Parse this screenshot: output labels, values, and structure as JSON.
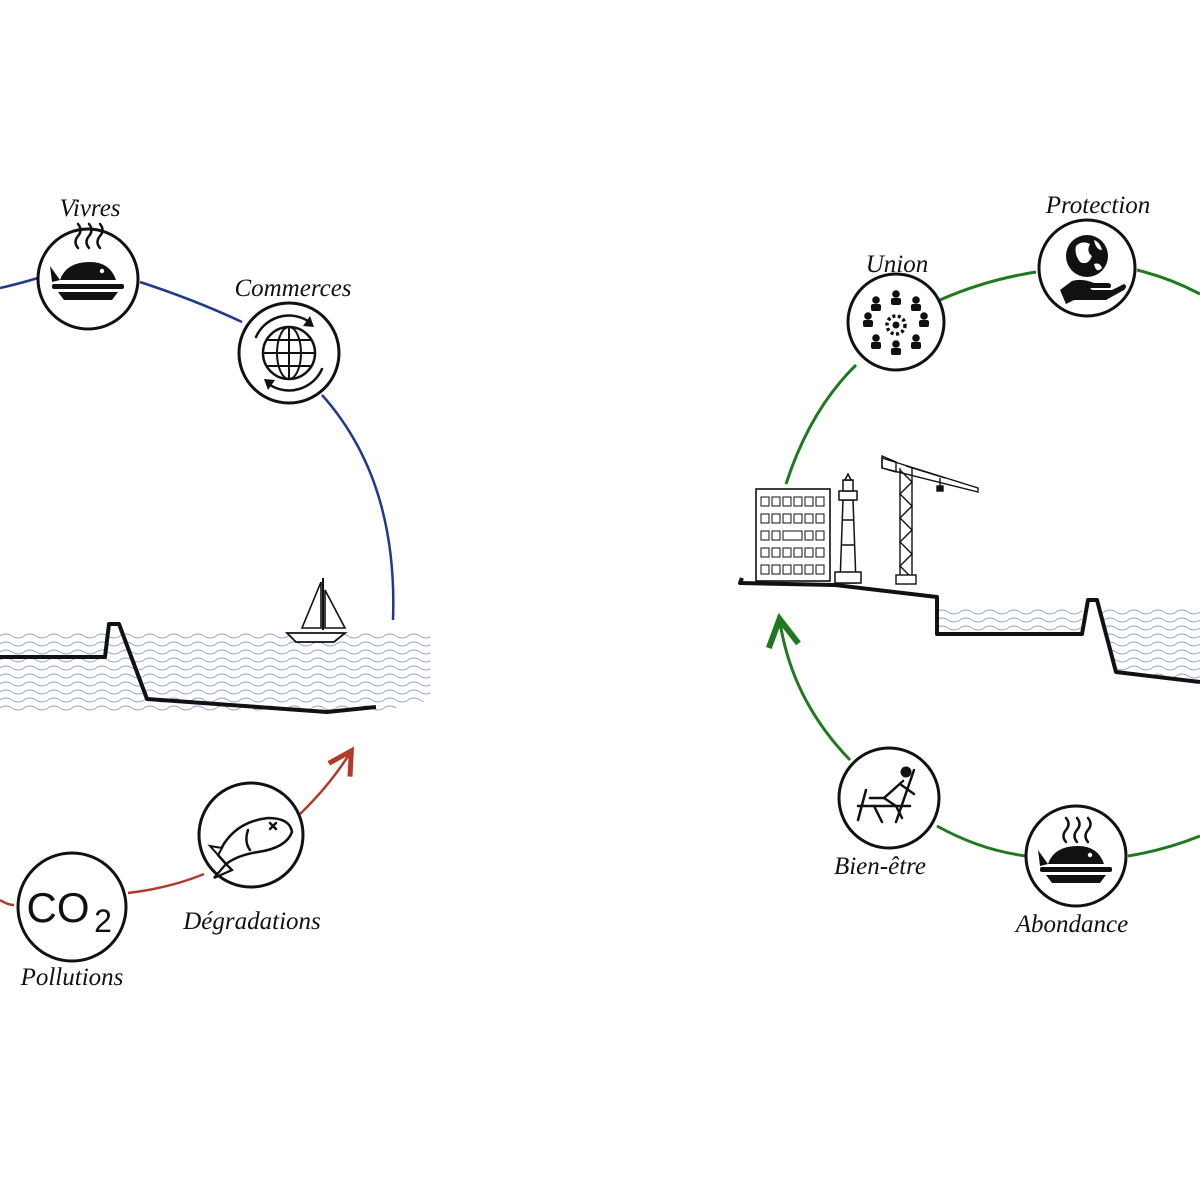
{
  "colors": {
    "blue_cycle": "#1f3a8a",
    "red_cycle": "#b23a2a",
    "green_cycle": "#1f7a1f",
    "water": "#8aa0d8",
    "ink": "#111111"
  },
  "left_panel": {
    "labels": {
      "vivres": "Vivres",
      "commerces": "Commerces",
      "degradations": "Dégradations",
      "pollutions": "Pollutions"
    },
    "co2_badge": {
      "main": "CO",
      "sub": "2"
    },
    "icons": {
      "vivres": "steaming-fish-plate-icon",
      "commerces": "globe-arrows-icon",
      "degradations": "dead-fish-icon",
      "pollutions": "co2-icon",
      "boat": "sailboat-icon"
    }
  },
  "right_panel": {
    "labels": {
      "union": "Union",
      "protection": "Protection",
      "bien_etre": "Bien-être",
      "abondance": "Abondance"
    },
    "icons": {
      "union": "people-gear-icon",
      "protection": "hand-globe-icon",
      "bien_etre": "deckchair-person-icon",
      "abondance": "steaming-fish-plate-icon",
      "harbour": "harbour-buildings-icon"
    }
  }
}
